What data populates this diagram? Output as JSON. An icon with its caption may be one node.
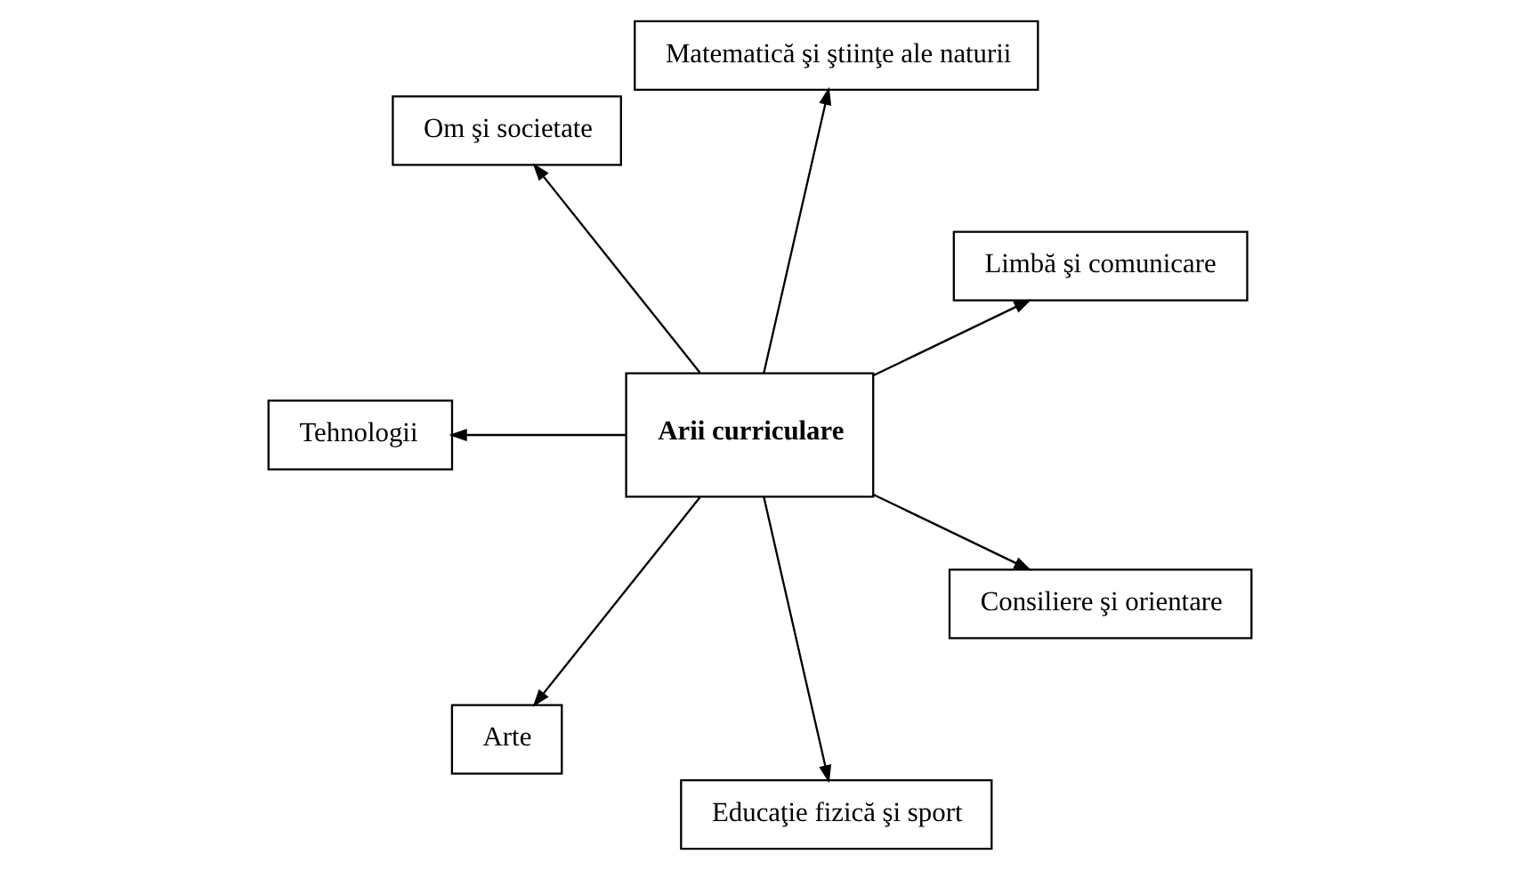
{
  "diagram": {
    "nodes": [
      {
        "text": [
          "Arii curriculare"
        ]
      },
      {
        "text": [
          "Limbă şi comunicare"
        ]
      },
      {
        "text": [
          "Matematică şi ştiinţe ale naturii"
        ]
      },
      {
        "text": [
          "Om şi societate"
        ]
      },
      {
        "text": [
          "Tehnologii"
        ]
      },
      {
        "text": [
          "Arte"
        ]
      },
      {
        "text": [
          "Educaţie fizică şi sport"
        ]
      },
      {
        "text": [
          "Consiliere şi orientare"
        ]
      }
    ],
    "edges": [
      {
        "from": 0,
        "to": 1,
        "arrow": "to"
      },
      {
        "from": 0,
        "to": 2,
        "arrow": "to"
      },
      {
        "from": 0,
        "to": 3,
        "arrow": "to"
      },
      {
        "from": 0,
        "to": 5,
        "arrow": "to"
      },
      {
        "from": 0,
        "to": 7,
        "arrow": "to"
      },
      {
        "from": 0,
        "to": 6,
        "arrow": "to"
      },
      {
        "from": 0,
        "to": 4,
        "arrow": "to"
      }
    ]
  }
}
